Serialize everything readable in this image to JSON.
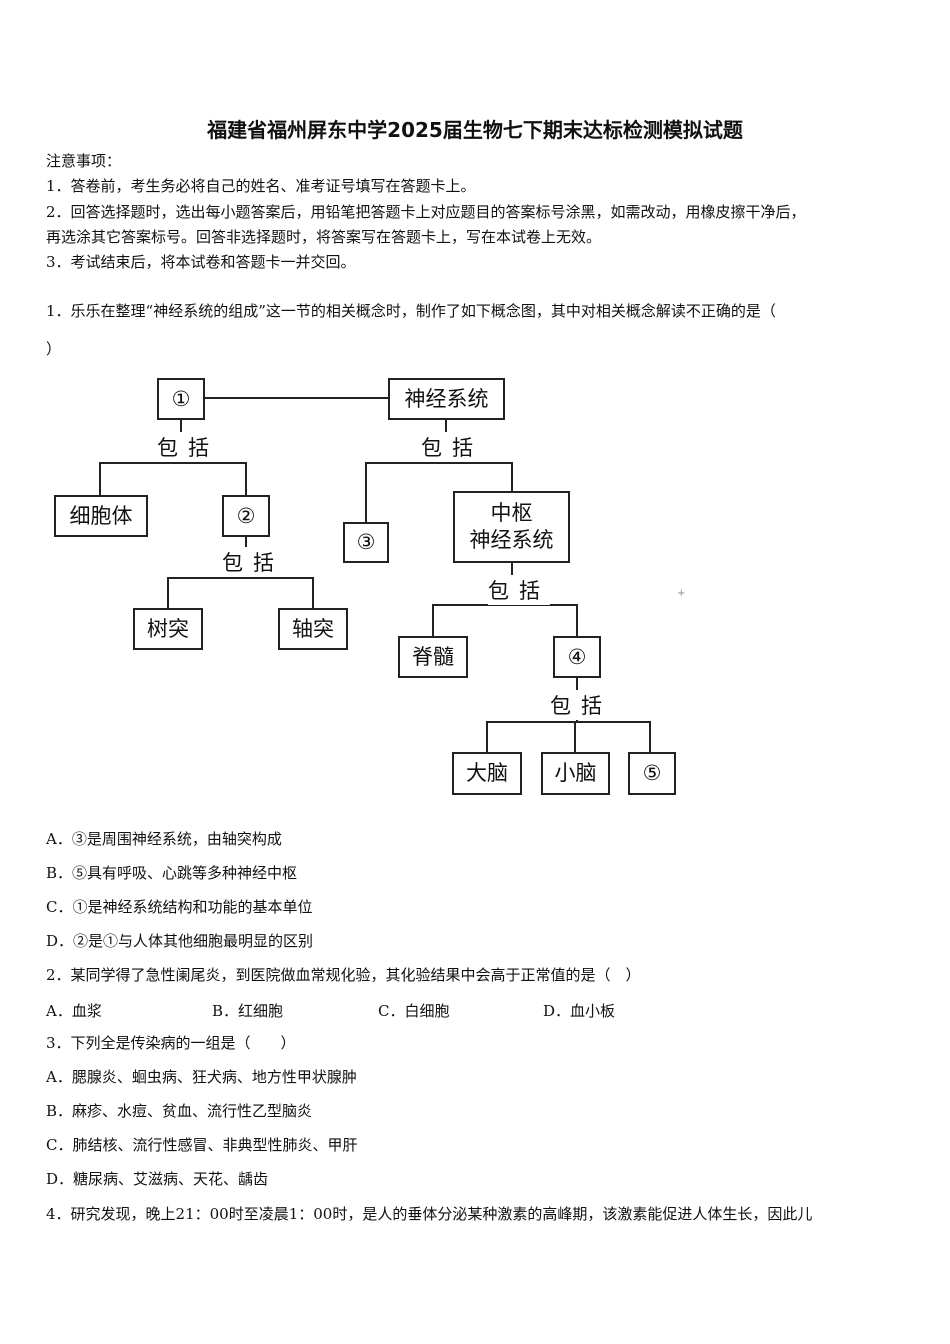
{
  "title": "福建省福州屏东中学2025届生物七下期末达标检测模拟试题",
  "notice": {
    "heading": "注意事项：",
    "items": [
      "1．答卷前，考生务必将自己的姓名、准考证号填写在答题卡上。",
      "2．回答选择题时，选出每小题答案后，用铅笔把答题卡上对应题目的答案标号涂黑，如需改动，用橡皮擦干净后，",
      "再选涂其它答案标号。回答非选择题时，将答案写在答题卡上，写在本试卷上无效。",
      "3．考试结束后，将本试卷和答题卡一并交回。"
    ]
  },
  "q1": {
    "stem": "1．乐乐在整理“神经系统的组成”这一节的相关概念时，制作了如下概念图，其中对相关概念解读不正确的是（",
    "stem_end": "）",
    "diagram": {
      "n1": "①",
      "nervous_system": "神经系统",
      "cell_body": "细胞体",
      "n2": "②",
      "dendrite": "树突",
      "axon": "轴突",
      "n3": "③",
      "cns_line1": "中枢",
      "cns_line2": "神经系统",
      "spinal_cord": "脊髓",
      "n4": "④",
      "cerebrum": "大脑",
      "cerebellum": "小脑",
      "n5": "⑤",
      "includes": "包括"
    },
    "options": [
      "A．③是周围神经系统，由轴突构成",
      "B．⑤具有呼吸、心跳等多种神经中枢",
      "C．①是神经系统结构和功能的基本单位",
      "D．②是①与人体其他细胞最明显的区别"
    ]
  },
  "q2": {
    "stem": "2．某同学得了急性阑尾炎，到医院做血常规化验，其化验结果中会高于正常值的是（　）",
    "options": [
      "A．血浆",
      "B．红细胞",
      "C．白细胞",
      "D．血小板"
    ]
  },
  "q3": {
    "stem": "3．下列全是传染病的一组是（　　）",
    "options": [
      "A．腮腺炎、蛔虫病、狂犬病、地方性甲状腺肿",
      "B．麻疹、水痘、贫血、流行性乙型脑炎",
      "C．肺结核、流行性感冒、非典型性肺炎、甲肝",
      "D．糖尿病、艾滋病、天花、龋齿"
    ]
  },
  "q4": {
    "stem": "4．研究发现，晚上21：00时至凌晨1：00时，是人的垂体分泌某种激素的高峰期，该激素能促进人体生长，因此儿"
  }
}
